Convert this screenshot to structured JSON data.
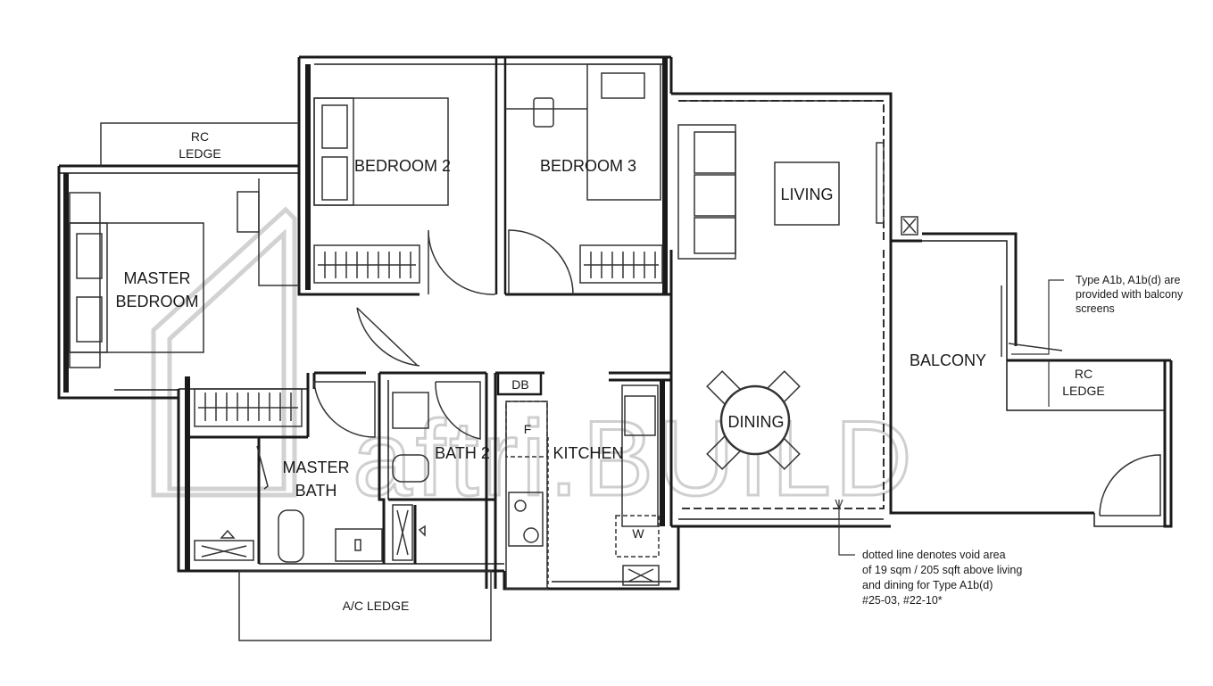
{
  "colors": {
    "wall": "#1a1a1a",
    "line": "#333333",
    "watermark": "#cfcfcf",
    "background": "#ffffff"
  },
  "rooms": {
    "master_bedroom": [
      "MASTER",
      "BEDROOM"
    ],
    "bedroom_2": "BEDROOM 2",
    "bedroom_3": "BEDROOM 3",
    "living": "LIVING",
    "dining": "DINING",
    "balcony": "BALCONY",
    "master_bath": [
      "MASTER",
      "BATH"
    ],
    "bath_2": "BATH 2",
    "kitchen": "KITCHEN"
  },
  "ledges": {
    "rc_ledge_top": [
      "RC",
      "LEDGE"
    ],
    "rc_ledge_balcony": [
      "RC",
      "LEDGE"
    ],
    "ac_ledge": "A/C LEDGE"
  },
  "fixtures": {
    "db": "DB",
    "fridge": "F",
    "washer": "W"
  },
  "notes": {
    "balcony_screens": [
      "Type A1b, A1b(d) are",
      "provided with balcony",
      "screens"
    ],
    "void_area": [
      "dotted line denotes void area",
      "of 19 sqm / 205 sqft above living",
      "and dining for Type A1b(d)",
      "#25-03, #22-10*"
    ]
  },
  "watermark": {
    "logo_icon": "house-outline-icon",
    "text": "aftri.BUILD"
  }
}
